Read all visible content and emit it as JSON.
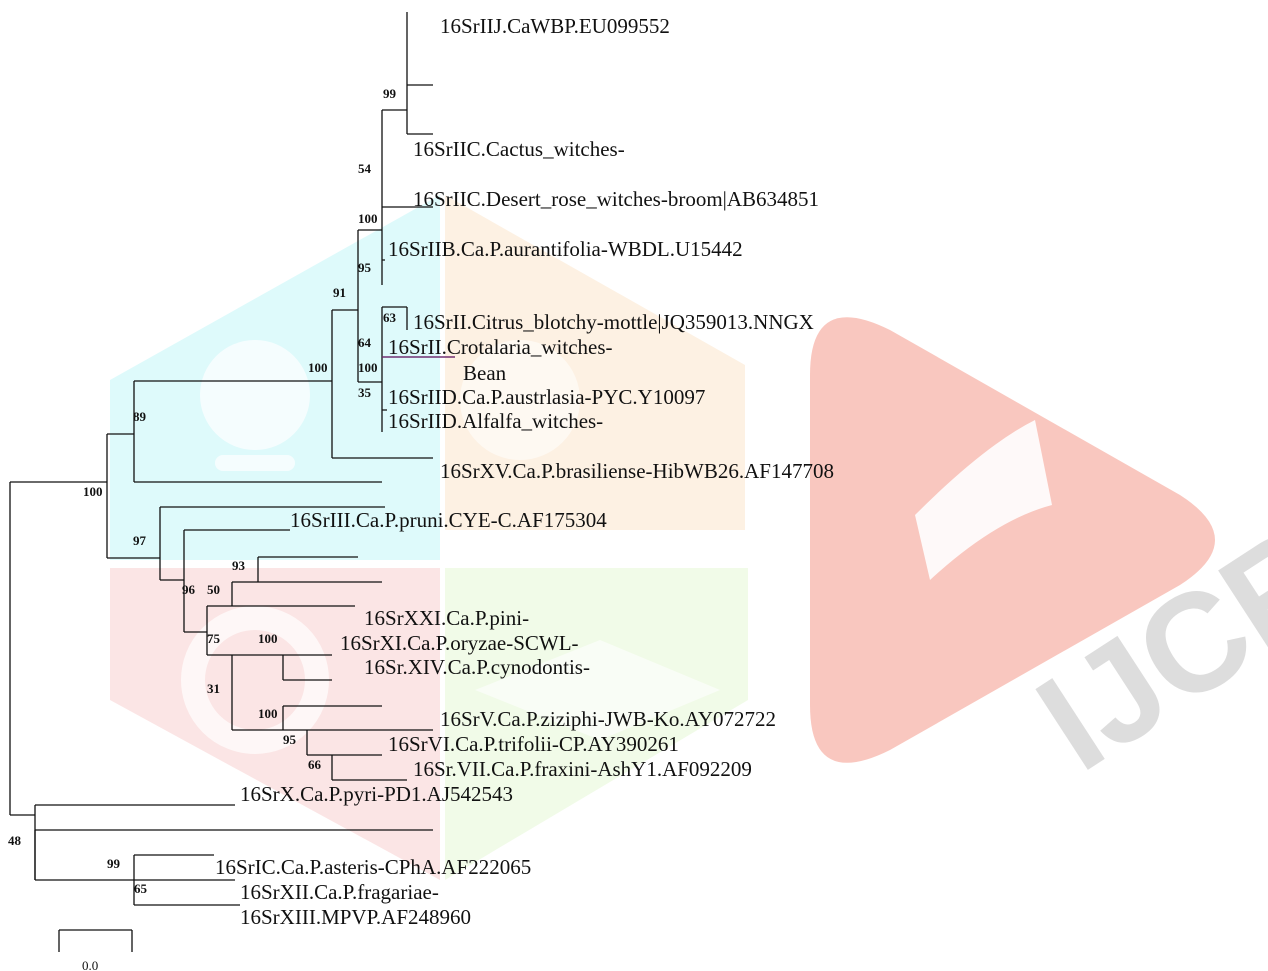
{
  "watermark": {
    "logo_text": "IJCRT",
    "colors": {
      "cyan": "#c4f6f8",
      "peach": "#fbe6cc",
      "pink": "#f8d0cf",
      "green": "#e6f7d6",
      "red": "#f59a8a",
      "gray": "#c2c2c2"
    }
  },
  "tree": {
    "taxa": [
      "16SrIIJ.CaWBP.EU099552",
      "16SrIIC.Cactus_witches-",
      "16SrIIC.Desert_rose_witches-broom|AB634851",
      "16SrIIB.Ca.P.aurantifolia-WBDL.U15442",
      "16SrII.Citrus_blotchy-mottle|JQ359013.NNGX",
      "16SrII.Crotalaria_witches-",
      "Bean",
      "16SrIID.Ca.P.austrlasia-PYC.Y10097",
      "16SrIID.Alfalfa_witches-",
      "16SrXV.Ca.P.brasiliense-HibWB26.AF147708",
      "16SrIII.Ca.P.pruni.CYE-C.AF175304",
      "16SrXXI.Ca.P.pini-",
      "16SrXI.Ca.P.oryzae-SCWL-",
      "16Sr.XIV.Ca.P.cynodontis-",
      "16SrV.Ca.P.ziziphi-JWB-Ko.AY072722",
      "16SrVI.Ca.P.trifolii-CP.AY390261",
      "16Sr.VII.Ca.P.fraxini-AshY1.AF092209",
      "16SrX.Ca.P.pyri-PD1.AJ542543",
      "16SrIC.Ca.P.asteris-CPhA.AF222065",
      "16SrXII.Ca.P.fragariae-",
      "16SrXIII.MPVP.AF248960"
    ],
    "bootstrap": [
      "99",
      "54",
      "100",
      "95",
      "91",
      "63",
      "64",
      "100",
      "35",
      "100",
      "89",
      "100",
      "97",
      "93",
      "96",
      "50",
      "75",
      "100",
      "31",
      "100",
      "95",
      "66",
      "48",
      "99",
      "65"
    ]
  },
  "scale_bar": {
    "label": "0.0"
  }
}
